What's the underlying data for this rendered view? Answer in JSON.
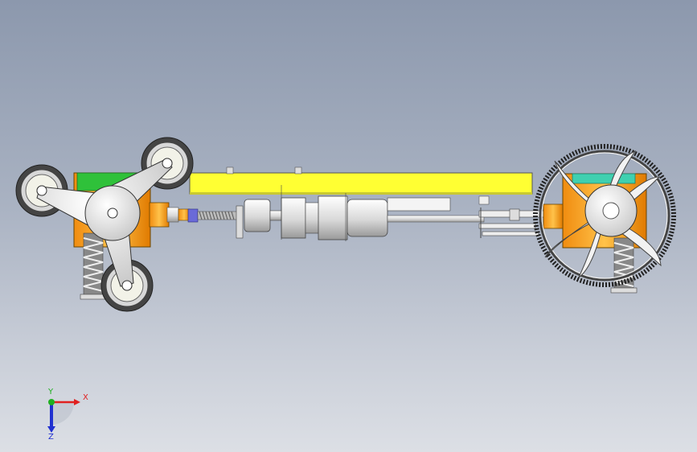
{
  "viewport": {
    "background_top": "#8c98ad",
    "background_bottom": "#dcdfe5"
  },
  "model": {
    "colors": {
      "frame_yellow": "#ffff33",
      "bracket_orange": "#f5a623",
      "plate_green": "#2fc13a",
      "plate_teal": "#3fd0b0",
      "spring_blue": "#5a5ad8",
      "metal": "#e6e6e6",
      "tire": "#3a3a3a"
    }
  },
  "triad": {
    "x_label": "X",
    "y_label": "Y",
    "z_label": "Z",
    "x_color": "#e02020",
    "y_color": "#20b020",
    "z_color": "#2030d0"
  }
}
